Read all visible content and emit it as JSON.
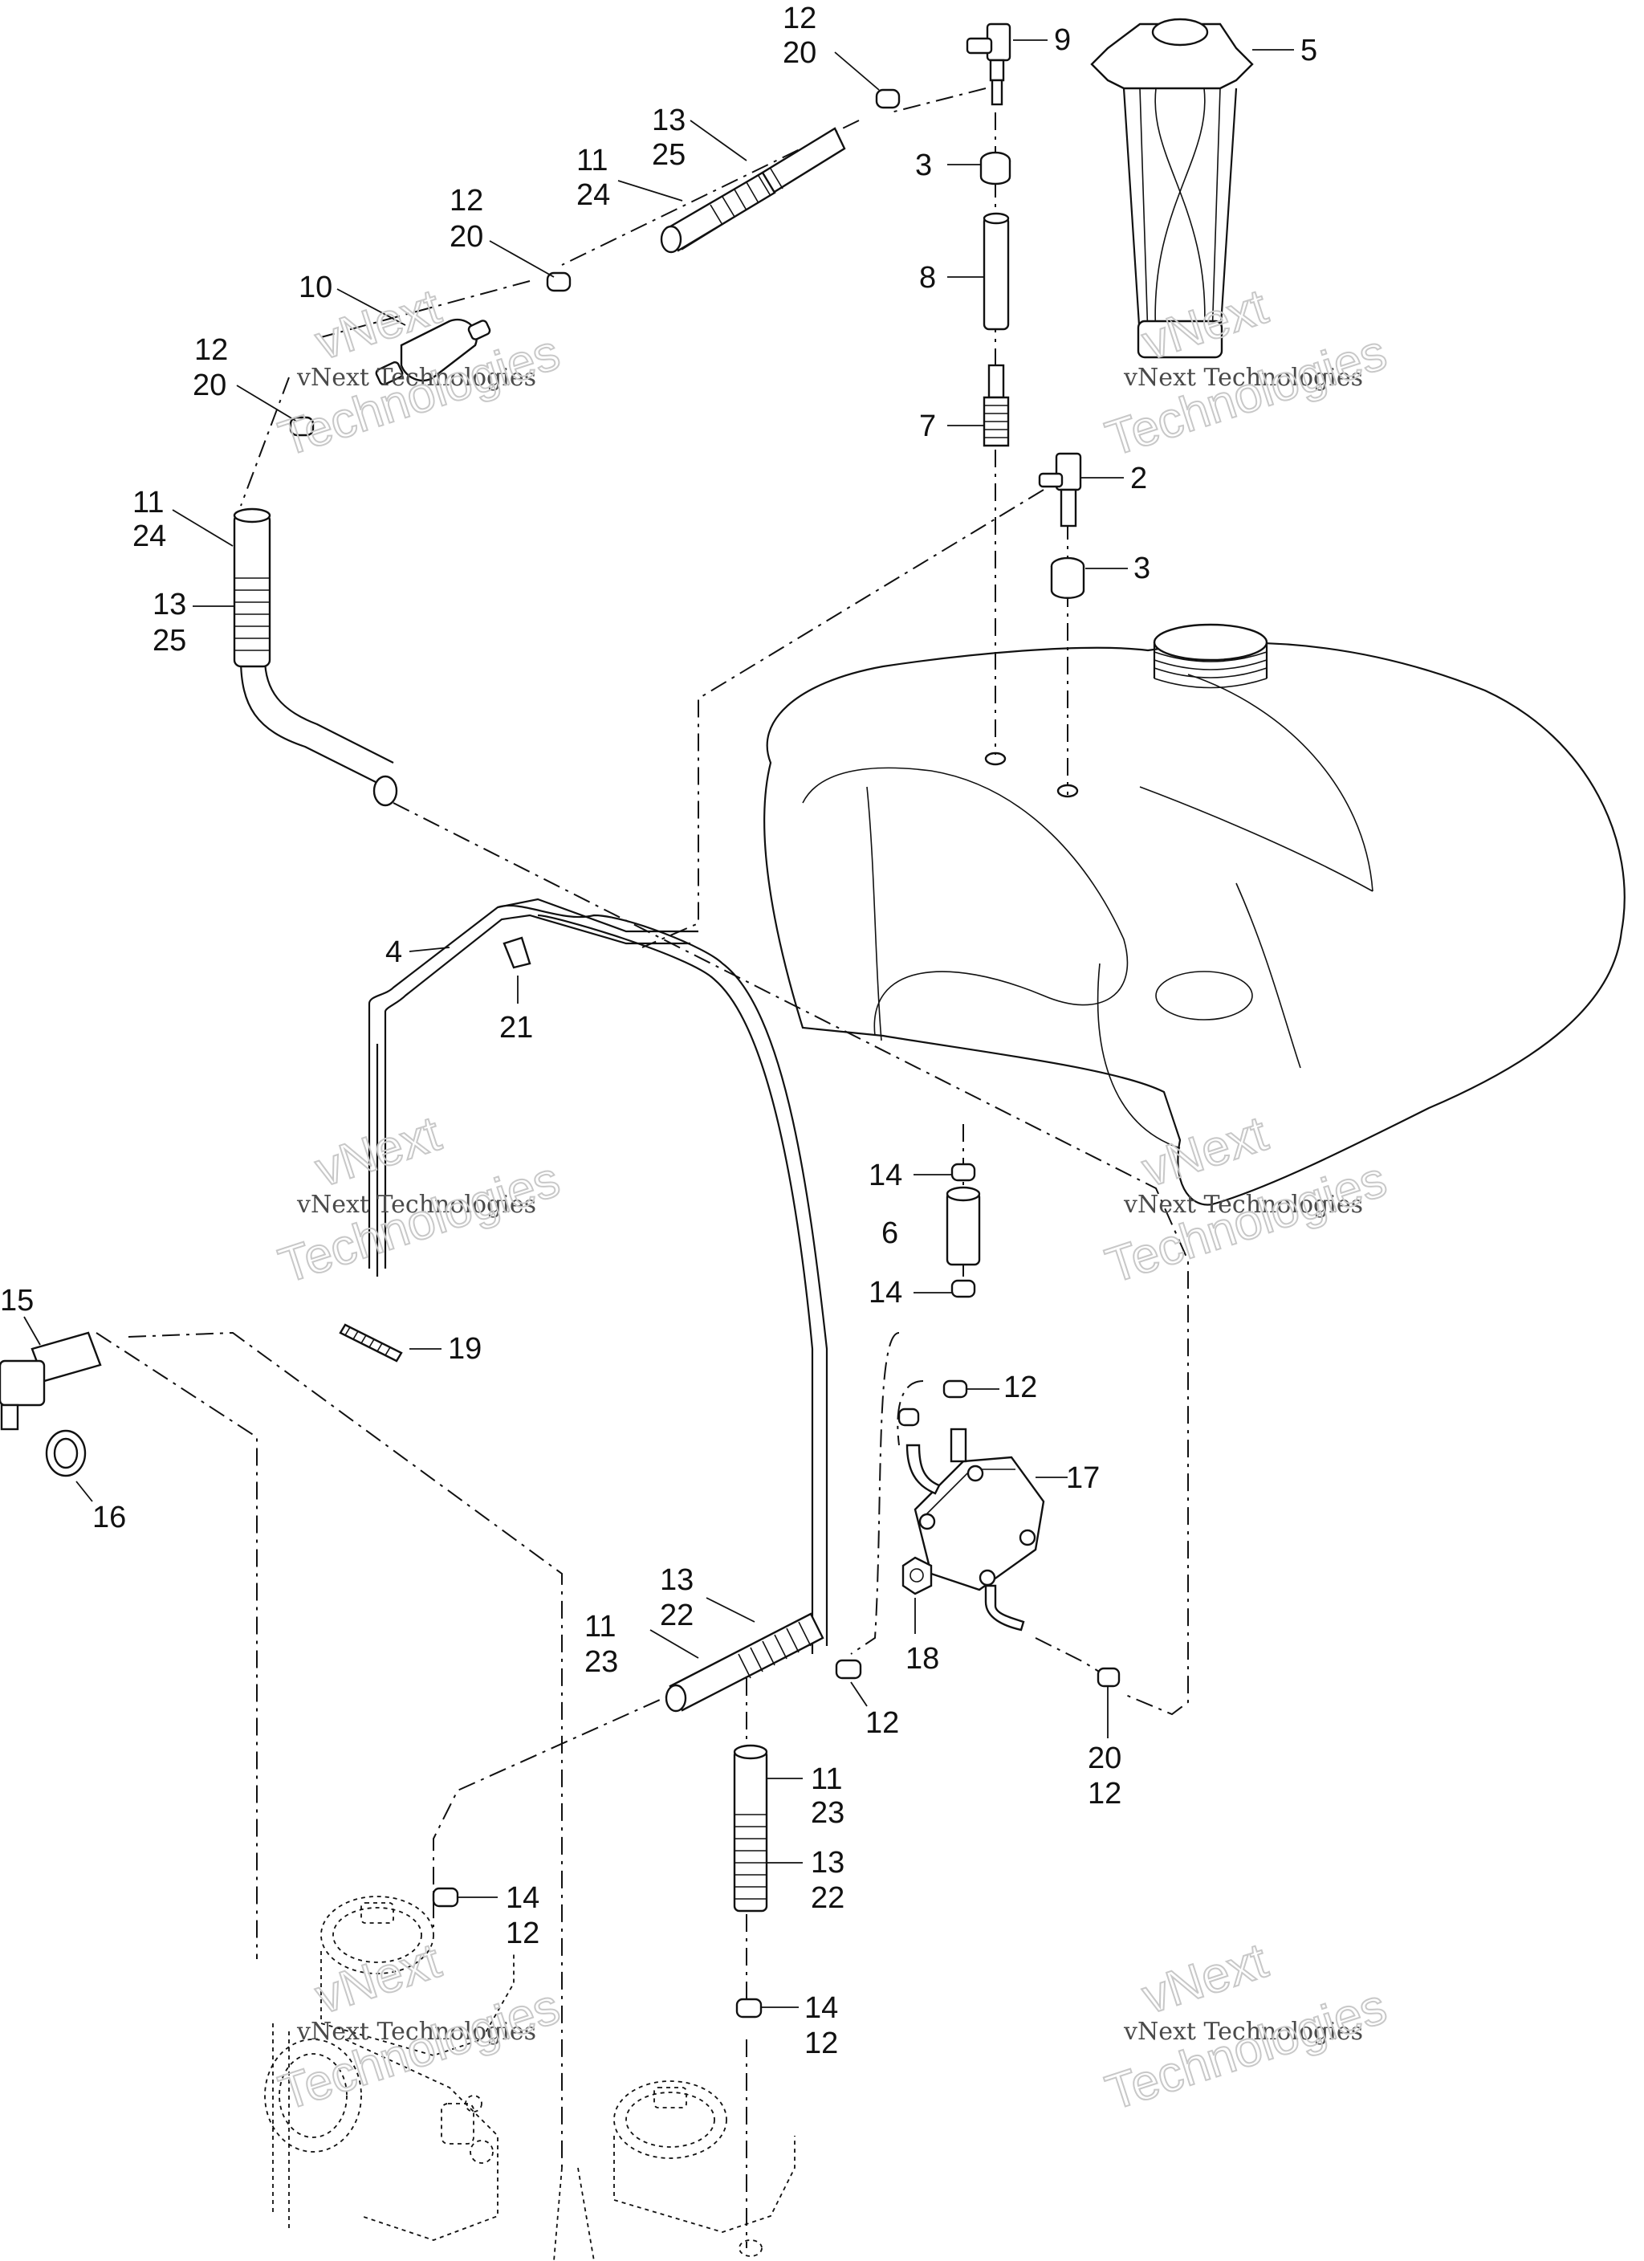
{
  "callouts": {
    "c9": "9",
    "c5": "5",
    "c12_20_top": [
      "12",
      "20"
    ],
    "c3a": "3",
    "c8": "8",
    "c7": "7",
    "c2": "2",
    "c3b": "3",
    "c13_25_a": [
      "13",
      "25"
    ],
    "c11_24_a": [
      "11",
      "24"
    ],
    "c12_20_b": [
      "12",
      "20"
    ],
    "c10": "10",
    "c12_20_c": [
      "12",
      "20"
    ],
    "c11_24_b": [
      "11",
      "24"
    ],
    "c13_25_b": [
      "13",
      "25"
    ],
    "c4": "4",
    "c21": "21",
    "c14a": "14",
    "c6": "6",
    "c14b": "14",
    "c12a": "12",
    "c17": "17",
    "c19": "19",
    "c15": "15",
    "c16": "16",
    "c13_22_a": [
      "13",
      "22"
    ],
    "c11_23_a": [
      "11",
      "23"
    ],
    "c18": "18",
    "c12b": "12",
    "c20_12": [
      "20",
      "12"
    ],
    "c11_23_b": [
      "11",
      "23"
    ],
    "c13_22_b": [
      "13",
      "22"
    ],
    "c14_12_a": [
      "14",
      "12"
    ],
    "c14_12_b": [
      "14",
      "12"
    ]
  },
  "watermark": {
    "line1": "vNext Technologies",
    "line2a": "vNext",
    "line2b": "Technologies"
  }
}
